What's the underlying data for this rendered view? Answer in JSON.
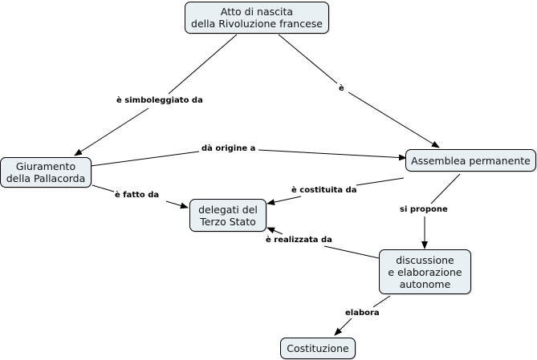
{
  "nodes": {
    "atto": "Atto di nascita\ndella Rivoluzione francese",
    "giuramento": "Giuramento\ndella Pallacorda",
    "assemblea": "Assemblea permanente",
    "delegati": "delegati del\nTerzo Stato",
    "discussione": "discussione\ne  elaborazione\nautonome",
    "costituzione": "Costituzione"
  },
  "links": {
    "simboleggiato": "è simboleggiato da",
    "e": "è",
    "origine": "dà origine a",
    "fatto": "è fatto da",
    "costituita": "è costituita da",
    "propone": "si propone",
    "realizzata": "è realizzata da",
    "elabora": "elabora"
  },
  "colors": {
    "node_fill": "#e8f0f4",
    "line": "#000000"
  }
}
